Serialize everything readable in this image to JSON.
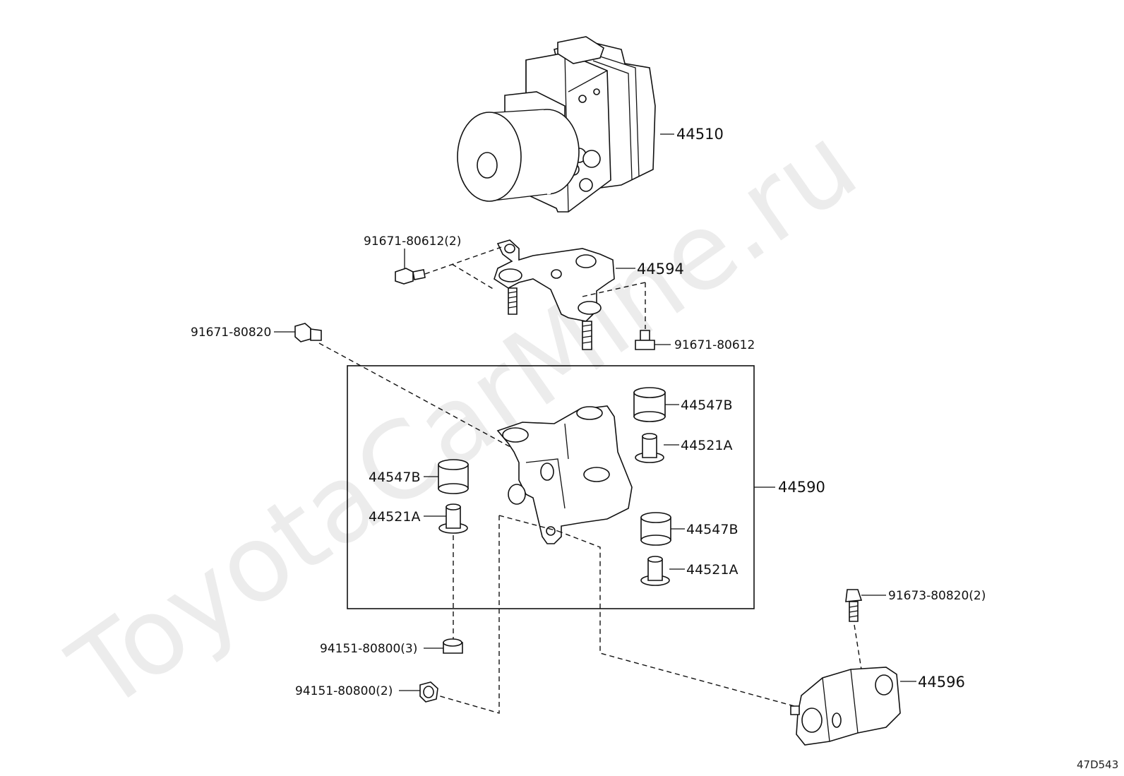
{
  "watermark": "ToyotaCarMine.ru",
  "diagram_code": "47D543",
  "parts": {
    "actuator": "44510",
    "bracket_upper": "44594",
    "bracket_assy": "44590",
    "bracket_lower": "44596",
    "cushion_right_top": "44547B",
    "collar_right_top": "44521A",
    "cushion_left": "44547B",
    "collar_left": "44521A",
    "cushion_right_bottom": "44547B",
    "collar_right_bottom": "44521A",
    "bolt_upper_left": "91671-80612(2)",
    "bolt_upper_right": "91671-80612",
    "bolt_side": "91671-80820",
    "bolt_lower_right": "91673-80820(2)",
    "nut_3": "94151-80800(3)",
    "nut_2": "94151-80800(2)"
  }
}
